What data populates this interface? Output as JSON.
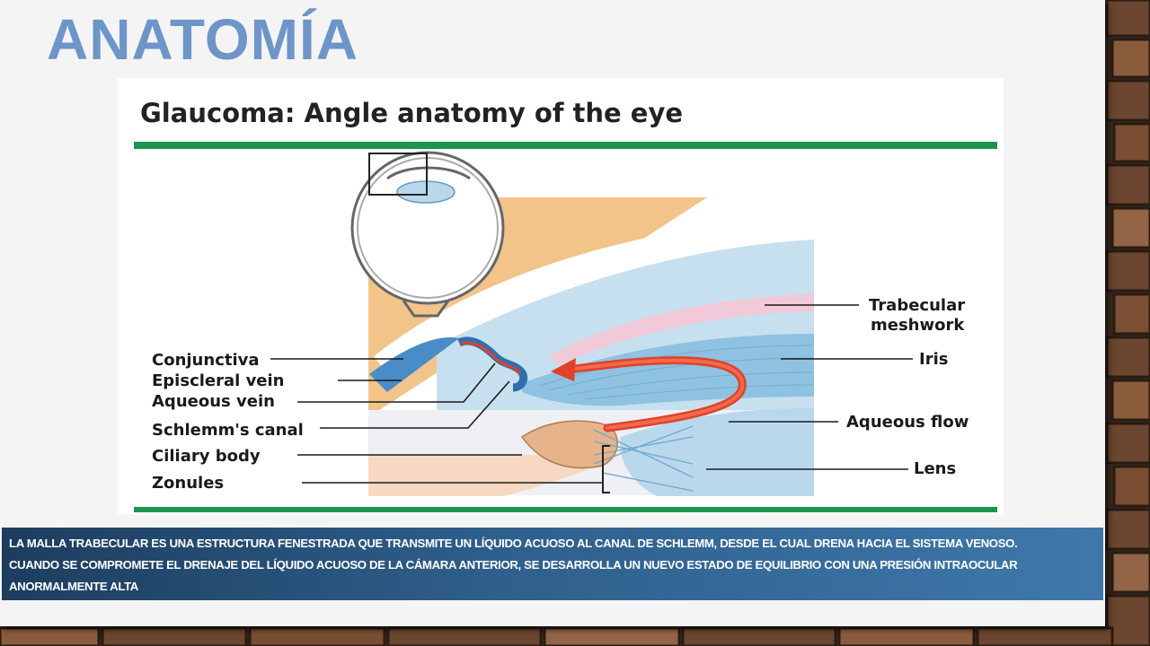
{
  "slide": {
    "title": "ANATOMÍA"
  },
  "figure": {
    "title": "Glaucoma: Angle anatomy of the eye",
    "labels_left": [
      "Conjunctiva",
      "Episcleral vein",
      "Aqueous vein",
      "Schlemm's canal",
      "Ciliary body",
      "Zonules"
    ],
    "labels_right": [
      "Trabecular",
      "meshwork",
      "Iris",
      "Aqueous flow",
      "Lens"
    ],
    "colors": {
      "rule": "#1d9452",
      "sclera_tan": "#f2c48a",
      "cornea_blue": "#a8cfe6",
      "iris_blue": "#8ec2e0",
      "flow_red": "#e0412a",
      "ciliary": "#e7b38a",
      "trabecular_pink": "#f1c9d8"
    }
  },
  "caption": {
    "line1": "LA MALLA TRABECULAR ES UNA ESTRUCTURA FENESTRADA QUE TRANSMITE UN LÍQUIDO ACUOSO AL CANAL DE SCHLEMM, DESDE EL CUAL DRENA HACIA EL SISTEMA VENOSO.",
    "line2": "CUANDO SE COMPROMETE EL DRENAJE DEL LÍQUIDO ACUOSO DE LA CÁMARA ANTERIOR, SE DESARROLLA UN NUEVO ESTADO DE EQUILIBRIO CON UNA PRESIÓN INTRAOCULAR",
    "line3": "ANORMALMENTE ALTA"
  }
}
